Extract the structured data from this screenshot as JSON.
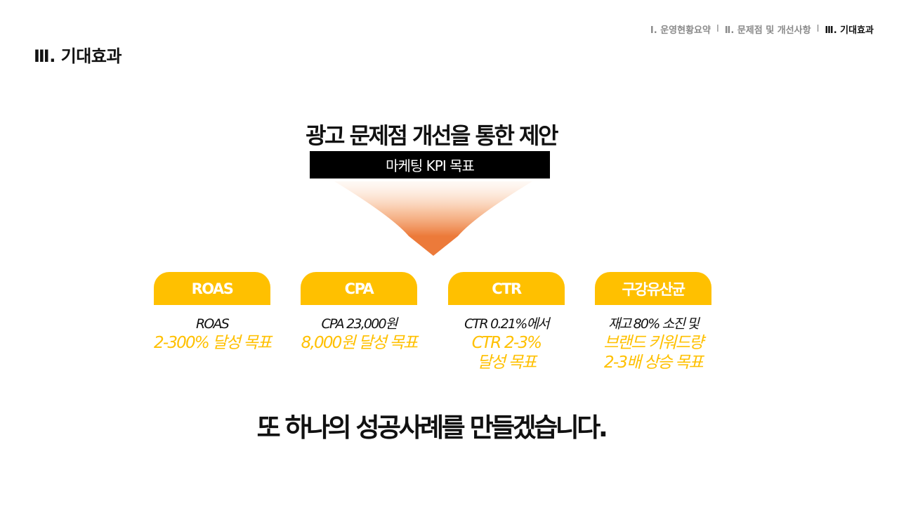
{
  "breadcrumb": {
    "items": [
      {
        "label": "Ⅰ. 운영현황요약",
        "active": false
      },
      {
        "label": "Ⅱ. 문제점 및 개선사항",
        "active": false
      },
      {
        "label": "Ⅲ. 기대효과",
        "active": true
      }
    ],
    "separator": "I"
  },
  "section_title": "Ⅲ. 기대효과",
  "headline": "광고 문제점 개선을 통한 제안",
  "kpi_label": "마케팅 KPI 목표",
  "colors": {
    "accent": "#ffc000",
    "funnel_tip": "#ec7a3a",
    "bar": "#000000"
  },
  "cards": [
    {
      "tab": "ROAS",
      "line1": "ROAS",
      "highlight": [
        "2-300% 달성 목표"
      ]
    },
    {
      "tab": "CPA",
      "line1": "CPA 23,000원",
      "highlight": [
        "8,000원 달성 목표"
      ]
    },
    {
      "tab": "CTR",
      "line1": "CTR 0.21%에서",
      "highlight": [
        "CTR 2-3%",
        "달성 목표"
      ]
    },
    {
      "tab": "구강유산균",
      "line1": "재고 80% 소진 및",
      "highlight": [
        "브랜드 키워드량",
        "2-3배 상승 목표"
      ]
    }
  ],
  "closing": "또 하나의 성공사례를 만들겠습니다."
}
